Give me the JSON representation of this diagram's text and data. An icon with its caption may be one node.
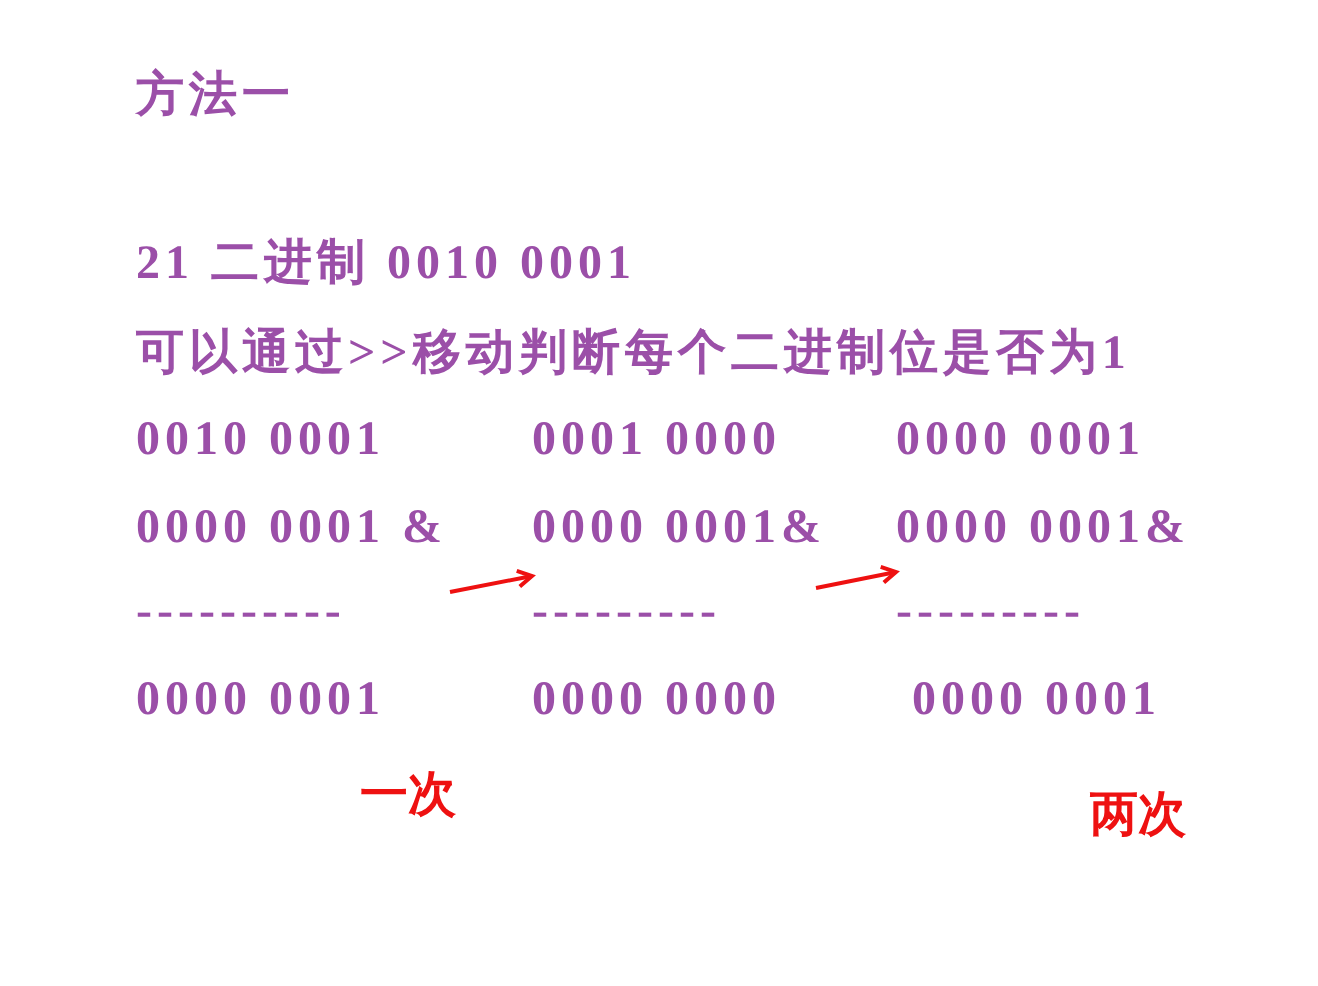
{
  "diagram": {
    "title": "方法一",
    "nodes": [
      {
        "text": [
          "0010 0001",
          "0000 0001 &",
          "----------",
          "0000 0001"
        ],
        "beside": [
          "一次"
        ]
      },
      {
        "text": [
          "0001 0000",
          "0000 0001&",
          "---------",
          "0000 0000"
        ]
      },
      {
        "text": [
          "0000 0001",
          "0000 0001&",
          "---------",
          "0000 0001"
        ],
        "beside": [
          "两次"
        ]
      }
    ],
    "edges": [
      {
        "from": 0,
        "to": 1,
        "arrow": "to"
      },
      {
        "from": 1,
        "to": 2,
        "arrow": "to"
      }
    ],
    "labels": [
      "21 二进制 0010 0001",
      "可以通过>>移动判断每个二进制位是否为1"
    ]
  }
}
